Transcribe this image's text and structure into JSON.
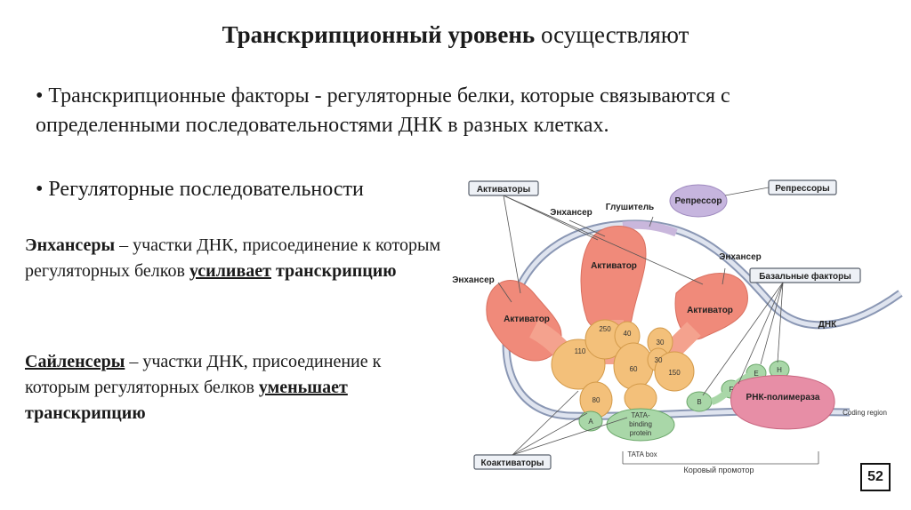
{
  "slide": {
    "title_bold": "Транскрипционный уровень",
    "title_rest": " осуществляют",
    "bullet1": "• Транскрипционные факторы - регуляторные белки, которые связываются с определенными последовательностями ДНК в разных клетках.",
    "bullet2": "• Регуляторные последовательности",
    "enh": {
      "term": "Энхансеры",
      "text": " – участки ДНК, присоединение к которым регуляторных белков ",
      "verb": "усиливает",
      "tail": " транскрипцию"
    },
    "sil": {
      "term": "Сайленсеры",
      "text": " – участки ДНК, присоединение к которым регуляторных белков ",
      "verb": "уменьшает",
      "tail": " транскрипцию"
    },
    "page": "52"
  },
  "diagram": {
    "activators_box": "Активаторы",
    "repressors_box": "Репрессоры",
    "repressor": "Репрессор",
    "enhancer_top": "Энхансер",
    "silencer": "Глушитель",
    "enhancer_right": "Энхансер",
    "enhancer_left": "Энхансер",
    "basal_factors": "Базальные факторы",
    "activator_center": "Активатор",
    "activator_left": "Активатор",
    "activator_right": "Активатор",
    "dna": "ДНК",
    "rna_pol": "РНК-полимераза",
    "coding_region": "Coding region",
    "coactivators": "Коактиваторы",
    "tata_box": "TATA box",
    "core_promoter": "Коровый промотор",
    "tbp_1": "TATA-",
    "tbp_2": "binding",
    "tbp_3": "protein",
    "sub_250": "250",
    "sub_40": "40",
    "sub_30a": "30",
    "sub_110": "110",
    "sub_60": "60",
    "sub_30b": "30",
    "sub_150": "150",
    "sub_80": "80",
    "f_a": "A",
    "f_b": "B",
    "f_f": "F",
    "f_e": "E",
    "f_h": "H"
  }
}
